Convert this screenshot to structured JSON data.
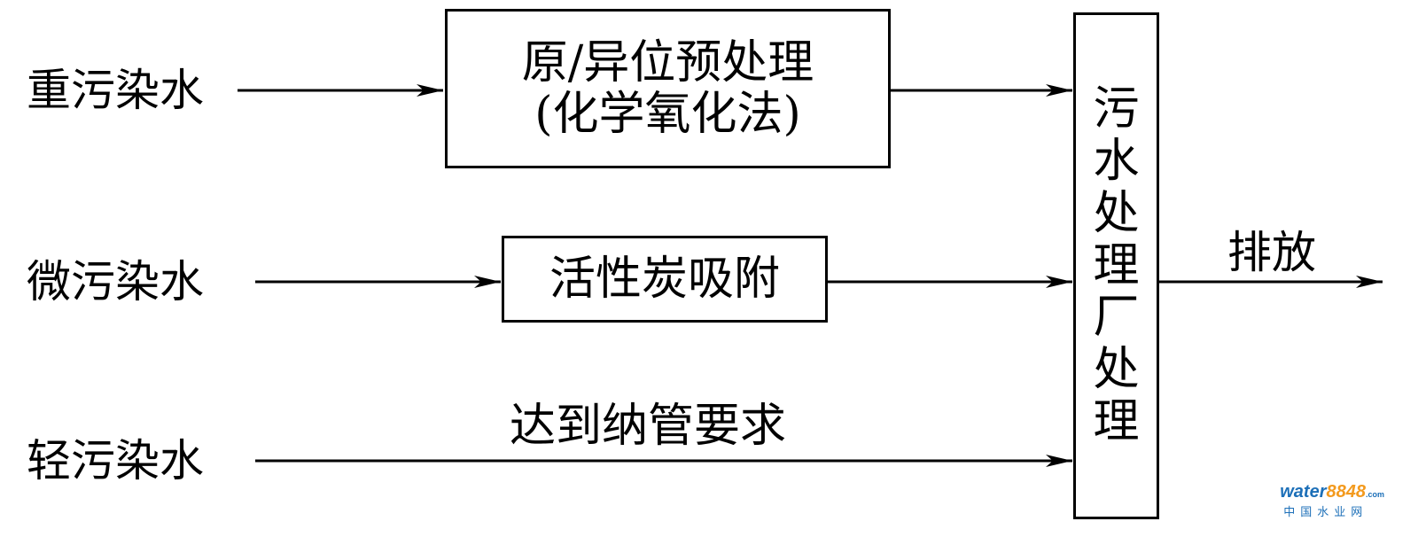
{
  "inputs": {
    "heavy": "重污染水",
    "micro": "微污染水",
    "light": "轻污染水"
  },
  "boxes": {
    "pretreat_line1": "原/异位预处理",
    "pretreat_line2": "(化学氧化法)",
    "carbon": "活性炭吸附",
    "plant": "污水处理厂处理"
  },
  "edge_labels": {
    "requirement": "达到纳管要求",
    "discharge": "排放"
  },
  "watermark": {
    "brand_a": "water",
    "brand_b": "8848",
    "brand_suffix": ".com",
    "sub": "中国水业网"
  }
}
